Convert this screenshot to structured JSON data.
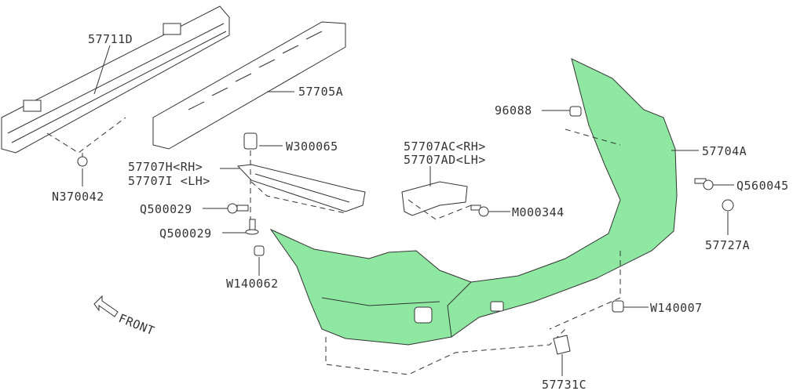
{
  "labels": {
    "reinforcement": "57711D",
    "absorber": "57705A",
    "clip_w300065": "W300065",
    "bracket_rh": "57707H<RH>",
    "bracket_lh": "57707I <LH>",
    "nut_n370042": "N370042",
    "screw_q500029_a": "Q500029",
    "screw_q500029_b": "Q500029",
    "clip_w140062": "W140062",
    "side_bracket_rh": "57707AC<RH>",
    "side_bracket_lh": "57707AD<LH>",
    "screw_m000344": "M000344",
    "clip_96088": "96088",
    "bumper_face": "57704A",
    "screw_q560045": "Q560045",
    "cap_57727a": "57727A",
    "clip_w140007": "W140007",
    "cover_57731c": "57731C",
    "front_arrow": "FRONT"
  },
  "colors": {
    "highlight": "#8fe8a2"
  }
}
